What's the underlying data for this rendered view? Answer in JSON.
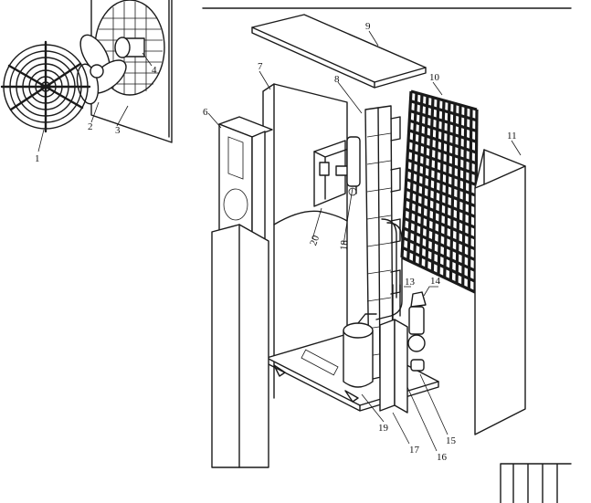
{
  "diagram": {
    "part_numbers": {
      "p1": "1",
      "p2": "2",
      "p3": "3",
      "p4": "4",
      "p6": "6",
      "p7": "7",
      "p8": "8",
      "p9": "9",
      "p10": "10",
      "p11": "11",
      "p13": "13",
      "p14": "14",
      "p15": "15",
      "p16": "16",
      "p17": "17",
      "p18": "18",
      "p19": "19",
      "p20": "20"
    }
  }
}
